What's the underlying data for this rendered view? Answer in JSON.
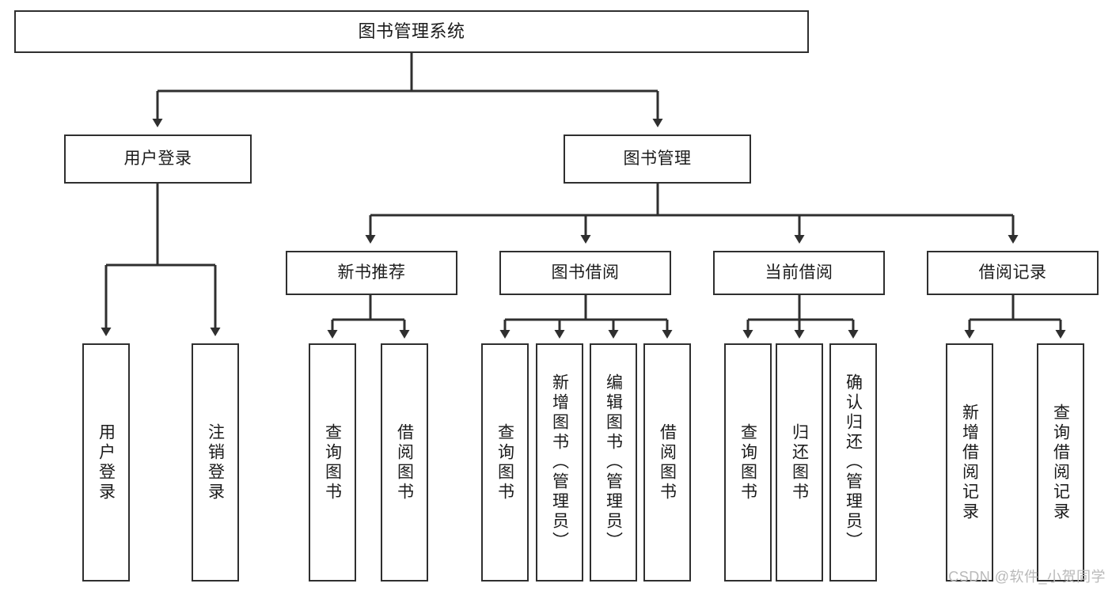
{
  "diagram": {
    "title": "图书管理系统",
    "type": "tree-hierarchy",
    "watermark": "CSDN @软件_小贺同学",
    "colors": {
      "background": "#ffffff",
      "box_stroke": "#2f2f2f",
      "box_fill": "#ffffff",
      "edge_stroke": "#2f2f2f",
      "text": "#1b1b1b",
      "watermark": "#b9b9b9"
    },
    "nodes": {
      "root": {
        "label": "图书管理系统"
      },
      "level2": [
        {
          "id": "user-login",
          "label": "用户登录"
        },
        {
          "id": "book-manage",
          "label": "图书管理"
        }
      ],
      "level3": [
        {
          "id": "new-book-recommend",
          "label": "新书推荐"
        },
        {
          "id": "book-borrow",
          "label": "图书借阅"
        },
        {
          "id": "current-borrow",
          "label": "当前借阅"
        },
        {
          "id": "borrow-record",
          "label": "借阅记录"
        }
      ],
      "leaves": {
        "user_login": [
          {
            "id": "leaf-user-login",
            "label": "用户登录"
          },
          {
            "id": "leaf-logout-login",
            "label": "注销登录"
          }
        ],
        "new_book_recommend": [
          {
            "id": "leaf-query-book-1",
            "label": "查询图书"
          },
          {
            "id": "leaf-borrow-book-1",
            "label": "借阅图书"
          }
        ],
        "book_borrow": [
          {
            "id": "leaf-query-book-2",
            "label": "查询图书"
          },
          {
            "id": "leaf-add-book",
            "label": "新增图书（管理员）"
          },
          {
            "id": "leaf-edit-book",
            "label": "编辑图书（管理员）"
          },
          {
            "id": "leaf-borrow-book-2",
            "label": "借阅图书"
          }
        ],
        "current_borrow": [
          {
            "id": "leaf-query-book-3",
            "label": "查询图书"
          },
          {
            "id": "leaf-return-book",
            "label": "归还图书"
          },
          {
            "id": "leaf-confirm-return",
            "label": "确认归还（管理员）"
          }
        ],
        "borrow_record": [
          {
            "id": "leaf-add-borrow-record",
            "label": "新增借阅记录"
          },
          {
            "id": "leaf-query-borrow-record",
            "label": "查询借阅记录"
          }
        ]
      }
    }
  }
}
